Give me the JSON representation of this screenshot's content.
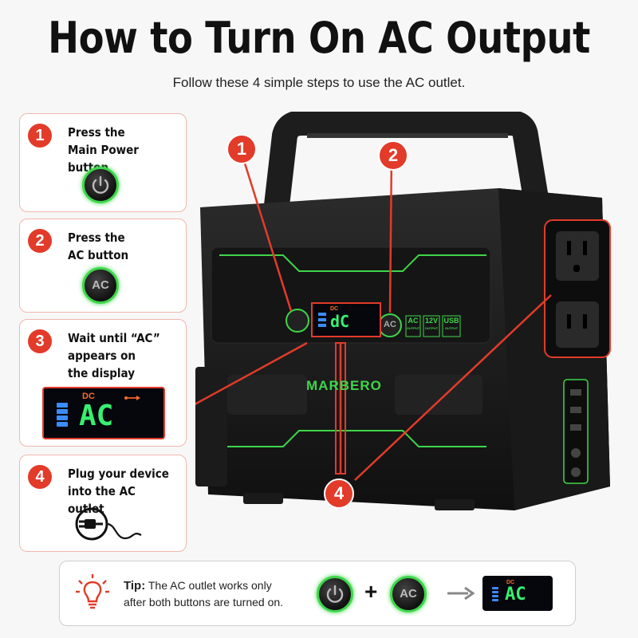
{
  "title": "How to Turn On AC Output",
  "subtitle": "Follow these 4 simple steps to use the AC outlet.",
  "steps": [
    {
      "number": "1",
      "text": "Press the Main Power button",
      "line1": "Press the",
      "line2": "Main Power button",
      "icon": "power-icon"
    },
    {
      "number": "2",
      "text": "Press the AC button",
      "line1": "Press the",
      "line2": "AC button",
      "icon_label": "AC"
    },
    {
      "number": "3",
      "text": "Wait until “AC” appears on the display",
      "line1": "Wait until “AC”",
      "line2": "appears on",
      "line3": "the display"
    },
    {
      "number": "4",
      "text": "Plug your device into the AC outlet",
      "line1": "Plug your device",
      "line2": "into the AC outlet",
      "icon": "plug-icon"
    }
  ],
  "display": {
    "dc_label": "DC",
    "mode_label": "AC",
    "alt_mode_label": "dC",
    "usb_label": "USB"
  },
  "product": {
    "brand": "MARBERO",
    "callouts": [
      "1",
      "2",
      "4"
    ],
    "buttons": {
      "ac": "AC"
    },
    "outputs": [
      {
        "top": "AC",
        "bottom": "OUTPUT"
      },
      {
        "top": "12V",
        "bottom": "OUTPUT"
      },
      {
        "top": "USB",
        "bottom": "OUTPUT"
      }
    ]
  },
  "tip": {
    "label": "Tip:",
    "line1": "The AC outlet works only",
    "line2": "after both buttons are turned on.",
    "plus": "+",
    "ac_label": "AC",
    "icon": "lightbulb-icon"
  },
  "colors": {
    "accent": "#e23b2a",
    "green": "#3ed64a",
    "lcd_green": "#38f070",
    "lcd_blue": "#3a8cff"
  }
}
